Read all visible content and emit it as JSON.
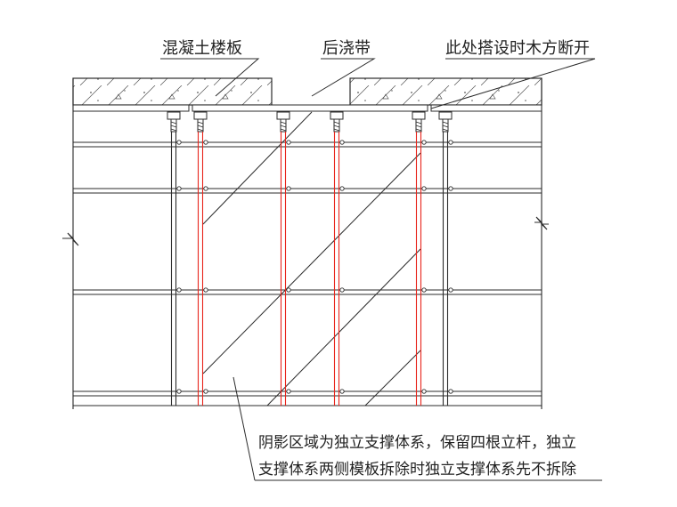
{
  "labels": {
    "slab": "混凝土楼板",
    "post_pour_strip": "后浇带",
    "timber_break": "此处搭设时木方断开"
  },
  "note": {
    "line1": "阴影区域为独立支撑体系，保留四根立杆，独立",
    "line2": "支撑体系两侧模板拆除时独立支撑体系先不拆除"
  },
  "colors": {
    "line": "#2b2b2b",
    "retained_post": "#e8251c",
    "background": "#ffffff"
  }
}
